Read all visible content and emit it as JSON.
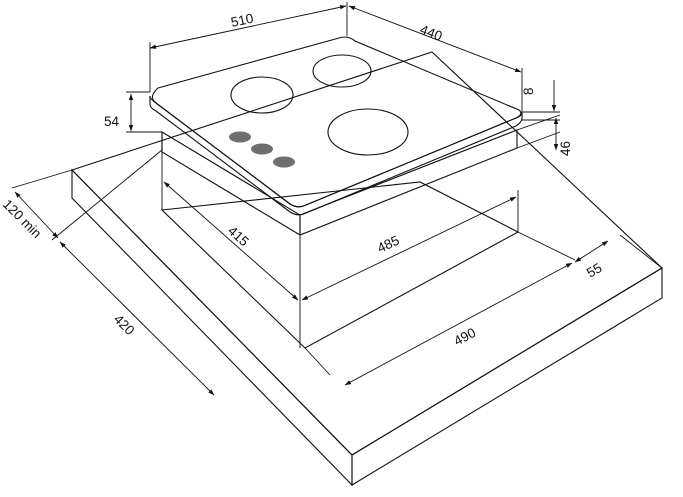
{
  "dimensions": {
    "hob_width": "510",
    "hob_depth": "440",
    "glass_thickness": "8",
    "hob_height_left": "54",
    "body_height": "46",
    "rear_clearance": "120 min",
    "counter_depth": "420",
    "cutout_depth": "415",
    "cutout_width": "485",
    "counter_width": "490",
    "side_clearance": "55"
  },
  "colors": {
    "countertop_top": "#dcdcdc",
    "countertop_front": "#c4c4c4",
    "countertop_side": "#b2b2b2",
    "glass_top": "#d4d4d4",
    "hob_body": "#ffffff",
    "control_knob": "#6e6e6e",
    "line": "#111111"
  },
  "icons": {
    "burners": "circle-outline",
    "controls": "filled-ellipse"
  }
}
